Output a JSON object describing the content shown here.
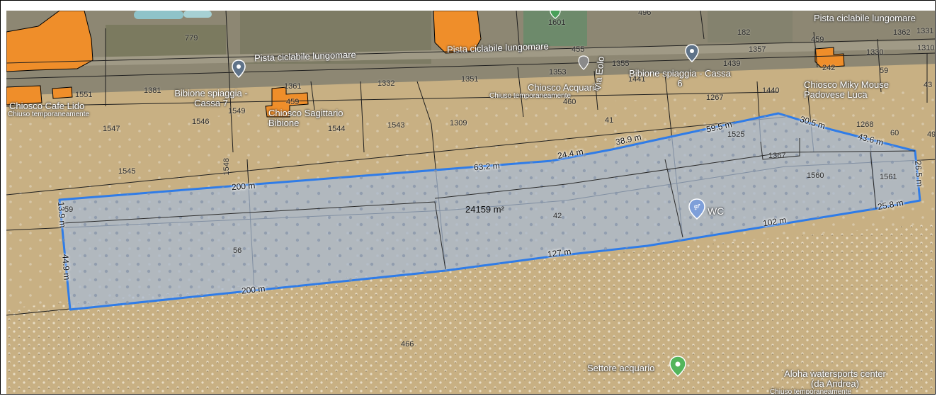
{
  "parcel_numbers": {
    "p496": "496",
    "p1601": "1601",
    "p779": "779",
    "p182": "182",
    "p1362": "1362",
    "p1331": "1331",
    "p1310": "1310",
    "p1357": "1357",
    "p459a": "459",
    "p1330": "1330",
    "p455": "455",
    "p1439": "1439",
    "p1355": "1355",
    "p59": "59",
    "p1381": "1381",
    "p1551": "1551",
    "p1332": "1332",
    "p1351": "1351",
    "p1353": "1353",
    "p1441": "1441",
    "p43": "43",
    "p1267": "1267",
    "p1440": "1440",
    "p1549": "1549",
    "p1361": "1361",
    "p459b": "459",
    "p460": "460",
    "p1547": "1547",
    "p1546": "1546",
    "p1544": "1544",
    "p1543": "1543",
    "p1309": "1309",
    "p41": "41",
    "p1268": "1268",
    "p60": "60",
    "p1525": "1525",
    "p49": "49",
    "p1367": "1367",
    "p1548": "1548",
    "p1545": "1545",
    "p1560": "1560",
    "p1561": "1561",
    "p59b": "59",
    "p42": "42",
    "p56": "56",
    "p466": "466",
    "p242": "242"
  },
  "pois": {
    "pista_top": "Pista ciclabile lungomare",
    "pista_mid": "Pista ciclabile lungomare",
    "pista_left": "Pista ciclabile lungomare",
    "cafe_lido": "Chiosco Cafe Lido",
    "cafe_lido_status": "Chiuso temporaneamente",
    "bibione_spiaggia": "Bibione spiaggia - Cassa 7",
    "sagittario": "Chiosco Sagittario Bibione",
    "acquario": "Chiosco Acquario",
    "acquario_status": "Chiuso temporaneamente",
    "via_eolo": "Via Eolo",
    "bibione_cassa6": "Bibione spiaggia - Cassa 6",
    "miky_mouse": "Chiosco Miky Mouse Padovese Luca",
    "wc": "WC",
    "settore_acquario": "Settore acquario",
    "aloha": "Aloha watersports center (da Andrea)",
    "aloha_status": "Chiuso temporaneamente"
  },
  "measurement": {
    "area": "24159 m²",
    "segments": {
      "s_left_top": "13.9 m",
      "s_left_bottom": "44.9 m",
      "s_top1": "200 m",
      "s_top2": "63.2 m",
      "s_top3": "24.4 m",
      "s_top4": "38.9 m",
      "s_top5": "59.5 m",
      "s_top6": "30.5 m",
      "s_top7": "43.6 m",
      "s_right": "26.5 m",
      "s_bot_right": "25.8 m",
      "s_bot3": "102 m",
      "s_bot2": "127 m",
      "s_bot1": "200 m"
    }
  },
  "colors": {
    "sand": "#c8b083",
    "boundary": "#2f7ce8",
    "polygon_fill": "#a7bbd6",
    "building": "#ef8e2a"
  }
}
